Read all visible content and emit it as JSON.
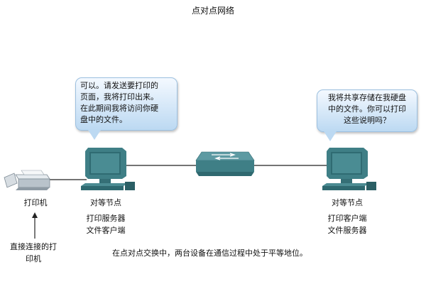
{
  "title": "点对点网络",
  "printer": {
    "label": "打印机"
  },
  "peer_left": {
    "label": "对等节点",
    "roles": [
      "打印服务器",
      "文件客户端"
    ],
    "speech": [
      "可以。请发送要打印的",
      "页面，我将打印出来。",
      "在此期间我将访问你硬",
      "盘中的文件。"
    ]
  },
  "peer_right": {
    "label": "对等节点",
    "roles": [
      "打印客户端",
      "文件服务器"
    ],
    "speech": [
      "我将共享存储在我硬盘",
      "中的文件。你可以打印",
      "这些说明吗？"
    ]
  },
  "annotation": {
    "lines": [
      "直接连接的打",
      "印机"
    ]
  },
  "caption": "在点对点交换中，两台设备在通信过程中处于平等地位。",
  "colors": {
    "device": "#3f7f86",
    "bubble_top": "#f4f9ff",
    "bubble_bottom": "#bcd9f2",
    "cable": "#222222"
  }
}
